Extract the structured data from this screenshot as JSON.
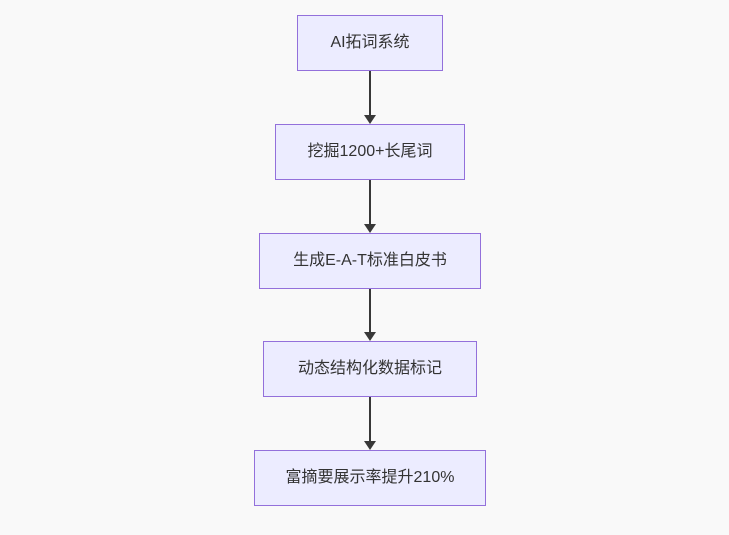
{
  "flowchart": {
    "title": "SEO AI flow diagram",
    "direction": "top-down",
    "nodes": [
      {
        "label": "AI拓词系统"
      },
      {
        "label": "挖掘1200+长尾词"
      },
      {
        "label": "生成E-A-T标准白皮书"
      },
      {
        "label": "动态结构化数据标记"
      },
      {
        "label": "富摘要展示率提升210%"
      }
    ],
    "edges": [
      {
        "from": "AI拓词系统",
        "to": "挖掘1200+长尾词",
        "arrow": "down"
      },
      {
        "from": "挖掘1200+长尾词",
        "to": "生成E-A-T标准白皮书",
        "arrow": "down"
      },
      {
        "from": "生成E-A-T标准白皮书",
        "to": "动态结构化数据标记",
        "arrow": "down"
      },
      {
        "from": "动态结构化数据标记",
        "to": "富摘要展示率提升210%",
        "arrow": "down"
      }
    ],
    "theme": {
      "node_fill": "#ECECFF",
      "node_border": "#9370DB",
      "text_color": "#333333",
      "arrow_color": "#383838",
      "background": "#f9f9f9"
    }
  }
}
